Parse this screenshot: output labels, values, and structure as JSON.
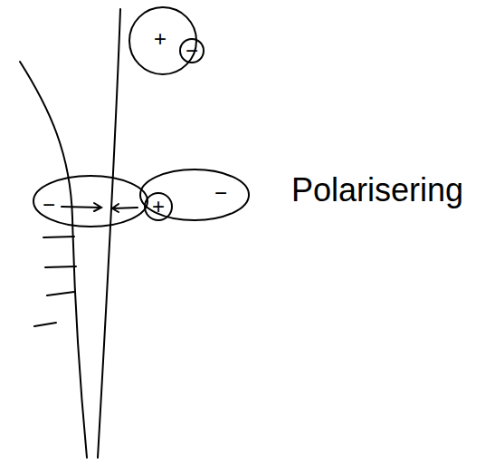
{
  "diagram": {
    "labels": [
      "+",
      "−",
      "−",
      "+",
      "−",
      "Polarisering"
    ]
  }
}
